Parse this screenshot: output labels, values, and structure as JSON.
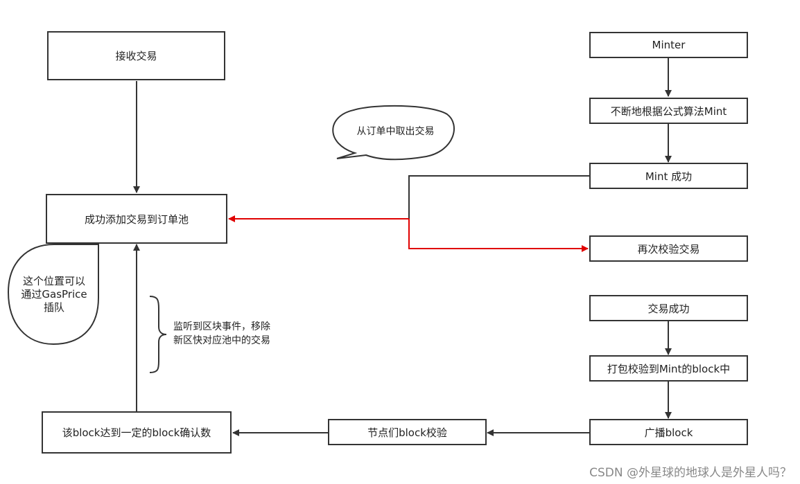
{
  "nodes": {
    "receive": "接收交易",
    "add_pool": "成功添加交易到订单池",
    "confirm": "该block达到一定的block确认数",
    "nodes_verify": "节点们block校验",
    "minter": "Minter",
    "mint_loop": "不断地根据公式算法Mint",
    "mint_success": "Mint 成功",
    "reverify": "再次校验交易",
    "tx_success": "交易成功",
    "pack": "打包校验到Mint的block中",
    "broadcast": "广播block"
  },
  "callouts": {
    "take_out": "从订单中取出交易",
    "gas_line1": "这个位置可以",
    "gas_line2": "通过GasPrice",
    "gas_line3": "插队"
  },
  "notes": {
    "brace_line1": "监听到区块事件，移除",
    "brace_line2": "新区快对应池中的交易"
  },
  "watermark": "CSDN @外星球的地球人是外星人吗？",
  "colors": {
    "line": "#333333",
    "highlight": "#e00000"
  }
}
